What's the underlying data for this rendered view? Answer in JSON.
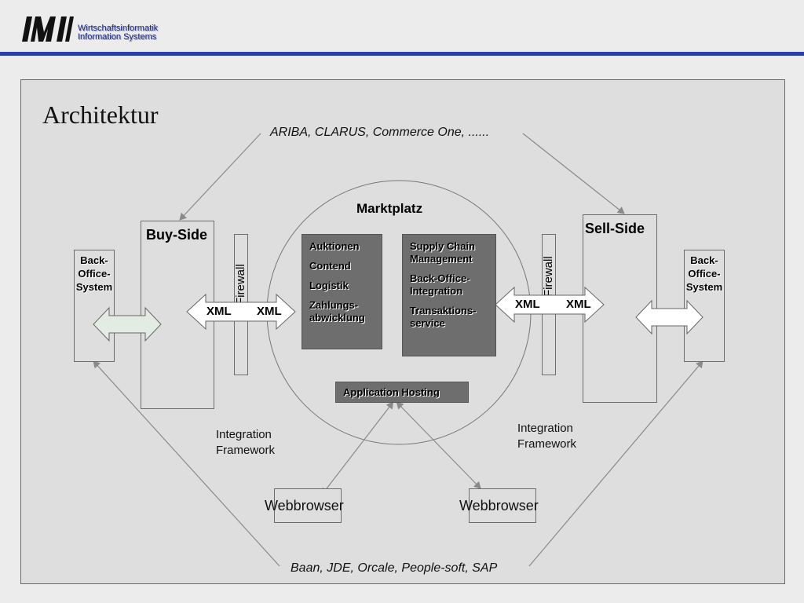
{
  "header": {
    "logo_line1": "Wirtschaftsinformatik",
    "logo_line2": "Information Systems"
  },
  "slide": {
    "title": "Architektur",
    "top_caption": "ARIBA, CLARUS, Commerce One, ......",
    "bottom_caption": "Baan, JDE, Orcale, People-soft, SAP",
    "buy_side": "Buy-Side",
    "sell_side": "Sell-Side",
    "back_office_left": [
      "Back-",
      "Office-",
      "System"
    ],
    "back_office_right": [
      "Back-",
      "Office-",
      "System"
    ],
    "firewall_left": "Firewall",
    "firewall_right": "Firewall",
    "xml_left_1": "XML",
    "xml_left_2": "XML",
    "xml_right_1": "XML",
    "xml_right_2": "XML",
    "marktplatz": "Marktplatz",
    "box_left_items": [
      "Auktionen",
      "Contend",
      "Logistik",
      "Zahlungs-\nabwicklung"
    ],
    "box_right_items": [
      "Supply Chain\nManagement",
      "Back-Office-\nIntegration",
      "Transaktions-\nservice"
    ],
    "application_hosting": "Application Hosting",
    "integration_left": [
      "Integration",
      "Framework"
    ],
    "integration_right": [
      "Integration",
      "Framework"
    ],
    "webbrowser_left": "Webbrowser",
    "webbrowser_right": "Webbrowser"
  },
  "colors": {
    "accent_bar": "#2c3ea8",
    "logo_text": "#1e2a7a",
    "dark_box": "#6e6e6e"
  }
}
